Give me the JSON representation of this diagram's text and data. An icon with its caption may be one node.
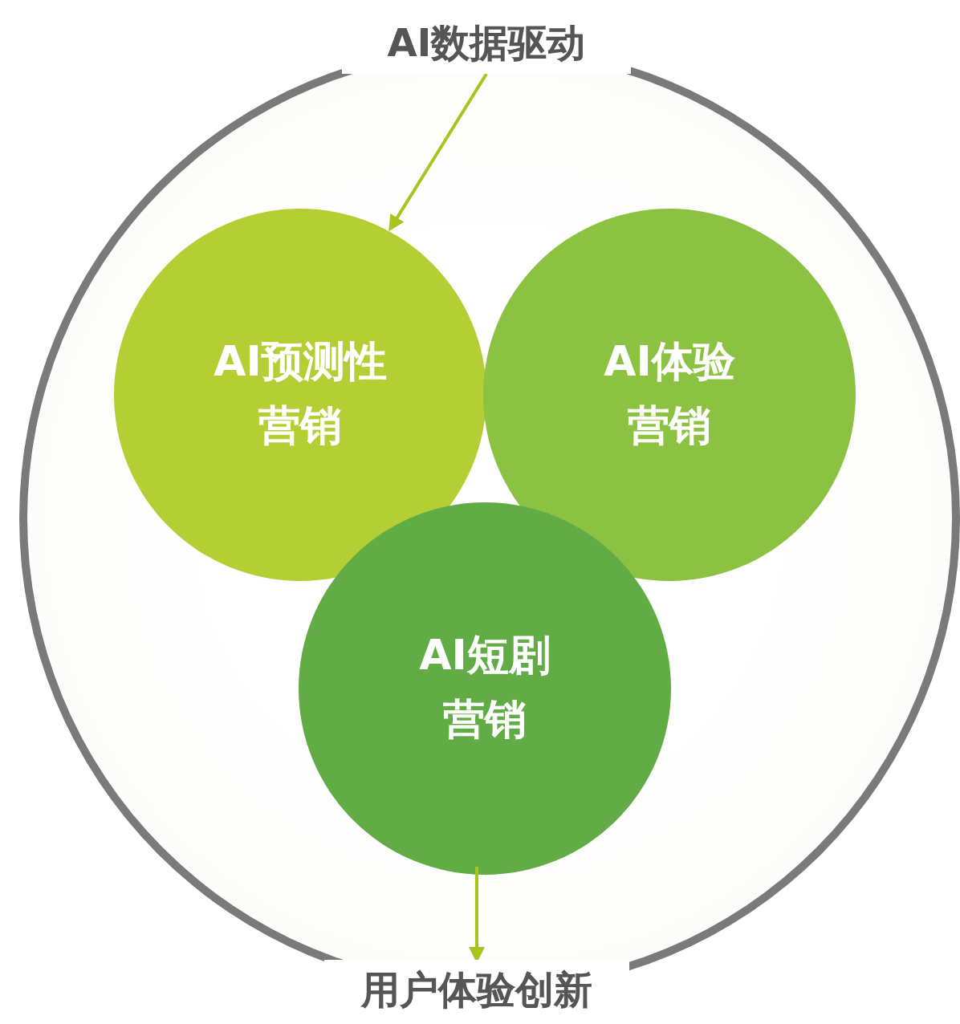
{
  "diagram": {
    "nodes": [
      {
        "text": [
          "AI数据驱动"
        ]
      },
      {
        "text": [],
        "shape": "circle"
      },
      {
        "text": [
          "AI预测性营销"
        ],
        "in": 1
      },
      {
        "text": [
          "AI体验营销"
        ],
        "in": 1
      },
      {
        "text": [
          "AI短剧营销"
        ],
        "in": 1
      },
      {
        "text": [
          "用户体验创新"
        ]
      }
    ],
    "edges": [
      {
        "from": 0,
        "to": 2,
        "arrow": "to"
      },
      {
        "from": 4,
        "to": 5,
        "arrow": "to"
      }
    ]
  }
}
